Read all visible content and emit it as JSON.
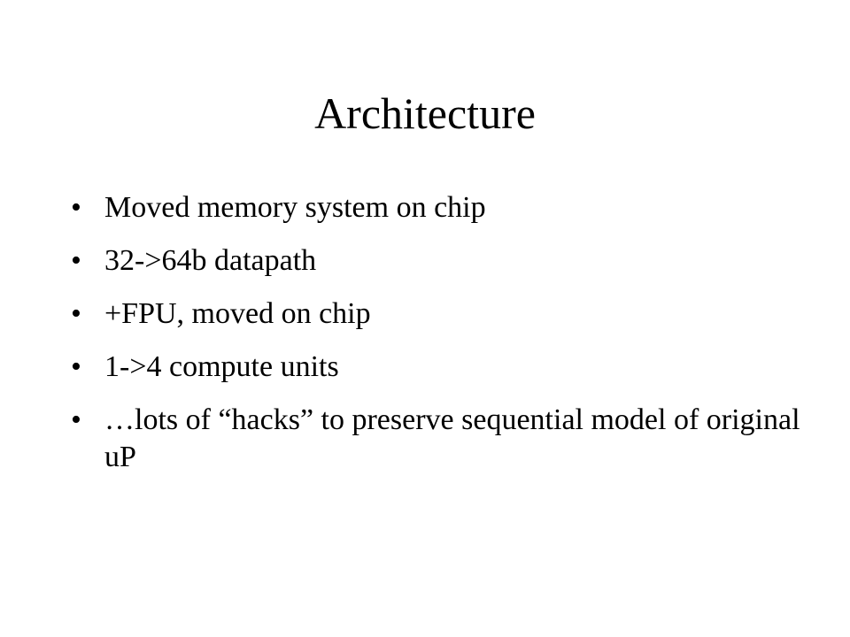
{
  "slide": {
    "title": "Architecture",
    "bullet_glyph": "•",
    "bullets": [
      {
        "text": "Moved memory system on chip"
      },
      {
        "text": "32->64b datapath"
      },
      {
        "text": "+FPU, moved on chip"
      },
      {
        "text": "1->4 compute units"
      },
      {
        "text": "…lots of “hacks” to preserve sequential model of original uP"
      }
    ]
  }
}
